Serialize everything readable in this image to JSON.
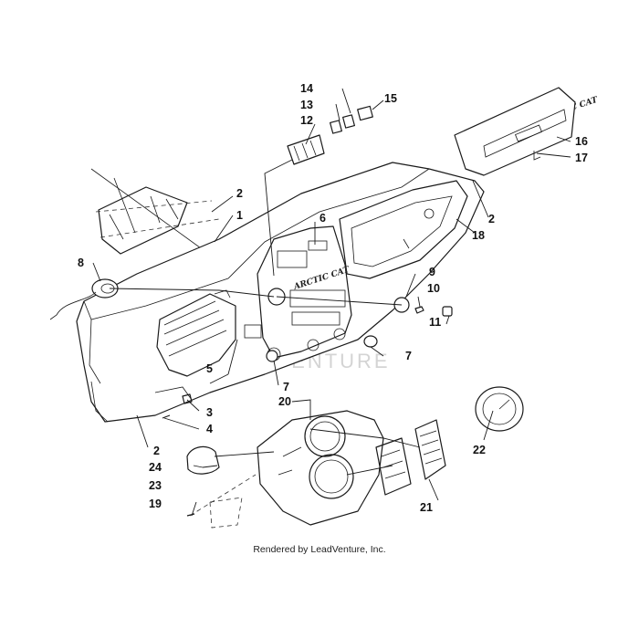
{
  "credit": "Rendered by LeadVenture, Inc.",
  "watermark": "LEADVENTURE",
  "brand_marks": [
    "ARCTIC CAT",
    "ARCTIC CAT"
  ],
  "callouts": [
    "1",
    "2",
    "2",
    "2",
    "3",
    "4",
    "5",
    "6",
    "7",
    "7",
    "8",
    "9",
    "10",
    "11",
    "12",
    "13",
    "14",
    "15",
    "16",
    "17",
    "18",
    "19",
    "20",
    "21",
    "22",
    "23",
    "24"
  ]
}
